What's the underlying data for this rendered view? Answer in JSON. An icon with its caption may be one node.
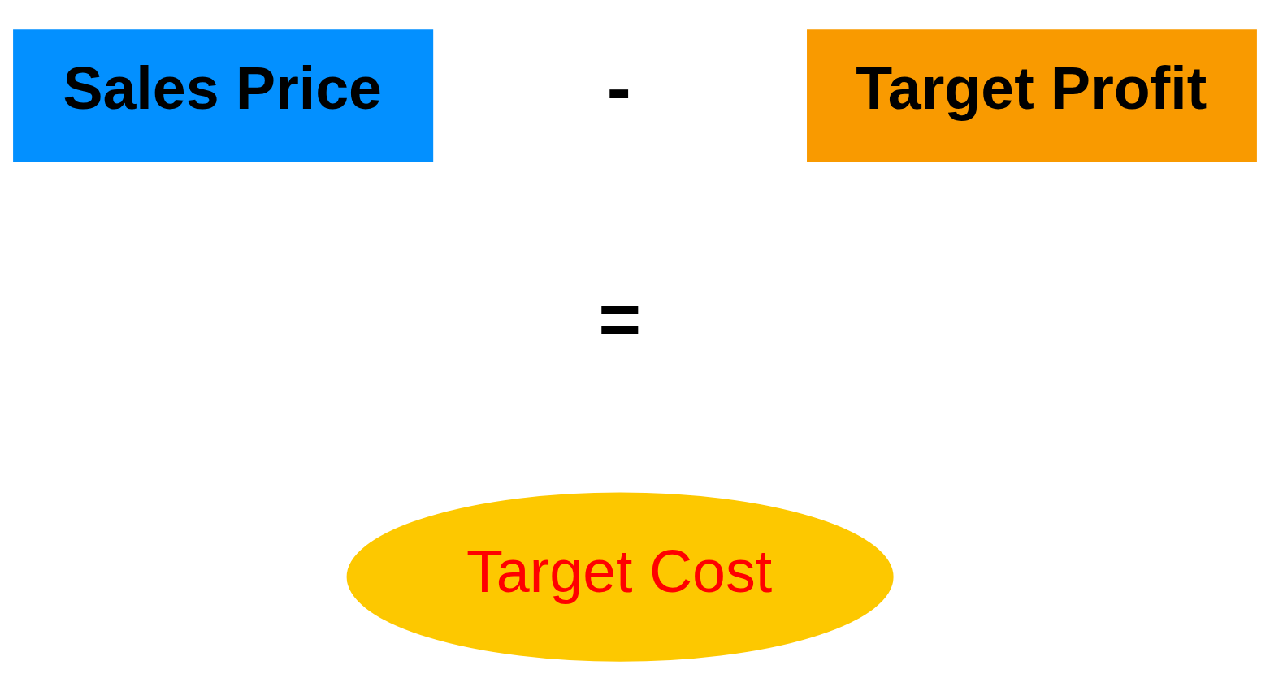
{
  "diagram": {
    "nodes": [
      {
        "text": [
          "Sales Price"
        ]
      },
      {
        "text": [
          "Target Profit"
        ]
      },
      {
        "text": [
          "Target Cost"
        ]
      }
    ],
    "edges": [],
    "labels": [
      "-",
      "="
    ]
  }
}
